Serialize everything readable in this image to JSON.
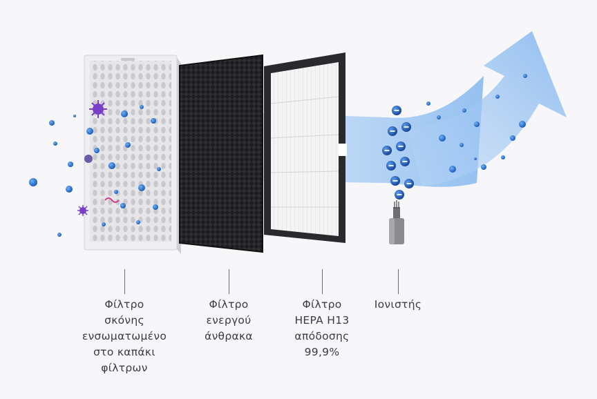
{
  "filters": [
    {
      "id": "dust",
      "label_lines": [
        "Φίλτρο",
        "σκόνης",
        "ενσωματωμένο",
        "στο καπάκι",
        "φίλτρων"
      ]
    },
    {
      "id": "carbon",
      "label_lines": [
        "Φίλτρο",
        "ενεργού",
        "άνθρακα"
      ]
    },
    {
      "id": "hepa",
      "label_lines": [
        "Φίλτρο",
        "HEPA H13",
        "απόδοσης",
        "99,9%"
      ]
    },
    {
      "id": "ionizer",
      "label_lines": [
        "Ιονιστής"
      ]
    }
  ],
  "colors": {
    "background": "#f7f7f9",
    "particle": "#1f6fd0",
    "airflow": "#a9cdf5",
    "germ": "#7a3fc8",
    "ion": "#1d5fb8"
  }
}
